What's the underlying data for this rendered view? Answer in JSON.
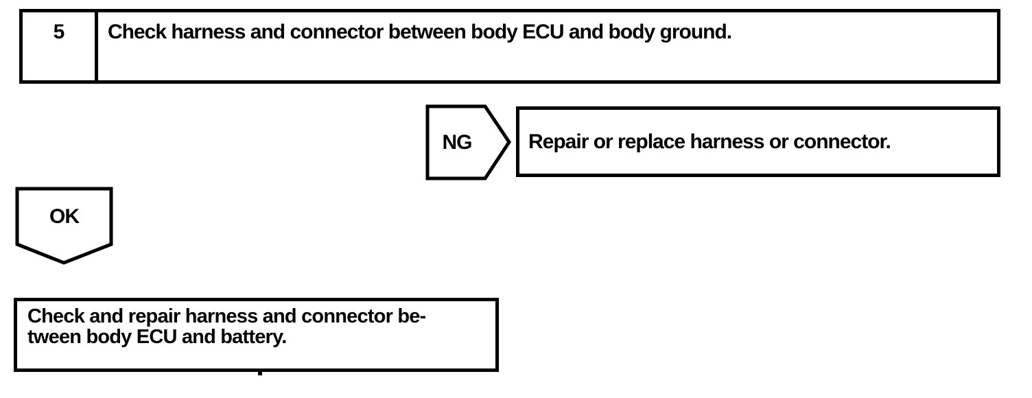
{
  "flowchart": {
    "step": {
      "number": "5",
      "instruction": "Check harness and connector between body ECU and body ground."
    },
    "ng_branch": {
      "label": "NG",
      "action": "Repair or replace harness or connector."
    },
    "ok_branch": {
      "label": "OK",
      "action_line1": "Check and repair harness and connector be-",
      "action_line2": "tween body ECU and battery."
    },
    "colors": {
      "ink": "#000000",
      "paper": "#ffffff"
    }
  }
}
